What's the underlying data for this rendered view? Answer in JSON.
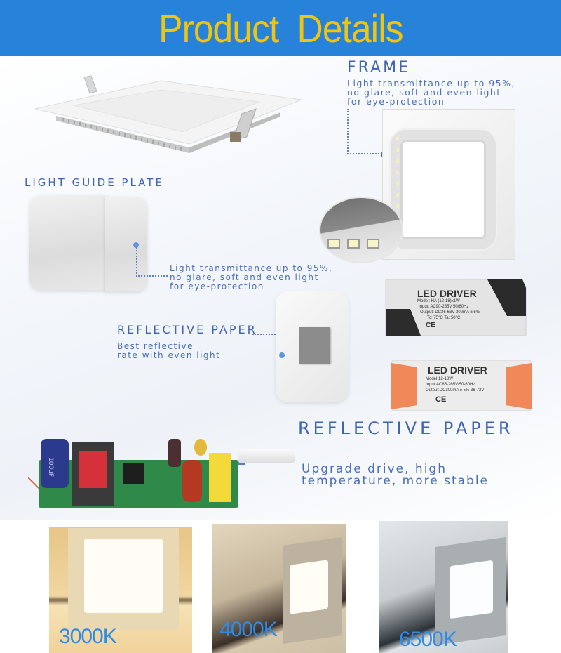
{
  "banner": {
    "title": "Product  Details",
    "background": "#2783d9",
    "title_color": "#f1c40f"
  },
  "frame": {
    "title": "FRAME",
    "description": "Light transmittance up to 95%,\nno glare, soft and even light\nfor eye-protection"
  },
  "light_guide_plate": {
    "title": "LIGHT GUIDE PLATE",
    "description": "Light transmittance up to 95%,\nno glare, soft and even light\nfor eye-protection"
  },
  "reflective_paper": {
    "title": "REFLECTIVE PAPER",
    "description": "Best reflective\nrate with even light"
  },
  "driver_section": {
    "title": "REFLECTIVE PAPER",
    "description": "Upgrade drive, high\ntemperature, more stable"
  },
  "drivers": [
    {
      "title": "LED DRIVER",
      "lines": [
        "Model: HA (12-18)x1W",
        "Input: AC90-265V 50/60Hz",
        "Output: DC36-63V 300mA ± 5%",
        "Tc: 75°C    Ta: 50°C"
      ],
      "marks": "CE"
    },
    {
      "title": "LED DRIVER",
      "lines": [
        "Model:12-18W",
        "Input:AC85-265V/50-60Hz",
        "Output:DC300mA ± 5% 36-72V"
      ],
      "marks": "CE"
    }
  ],
  "pcb": {
    "capacitor_label": "100uF"
  },
  "color_temperatures": [
    {
      "label": "3000K",
      "tone": "#f1d29a"
    },
    {
      "label": "4000K",
      "tone": "#cdbfa6"
    },
    {
      "label": "6500K",
      "tone": "#c9cdcf"
    }
  ],
  "accent_colors": {
    "heading_blue": "#3f64b3",
    "label_blue": "#2f8be6"
  }
}
